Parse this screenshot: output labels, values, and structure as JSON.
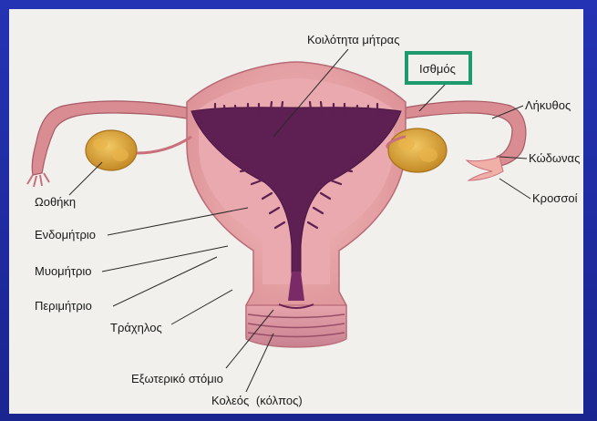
{
  "diagram": {
    "labels": {
      "cavity": "Κοιλότητα μήτρας",
      "isthmus": "Ισθμός",
      "tube": "Λήκυθος",
      "fimbriae_bell": "Κώδωνας",
      "fimbriae": "Κροσσοί",
      "ovary": "Ωοθήκη",
      "endometrium": "Ενδομήτριο",
      "myometrium": "Μυομήτριο",
      "perimetrium": "Περιμήτριο",
      "cervix": "Τράχηλος",
      "external_os": "Εξωτερικό στόμιο",
      "vagina": "Κολεός",
      "vagina_alt": "(κόλπος)"
    },
    "highlighted": "isthmus",
    "colors": {
      "background": "#f1f0ec",
      "frame": "#2433b4",
      "uterus": "#e9a3a6",
      "uterus_dark": "#c97a80",
      "cavity": "#5e1f52",
      "ovary": "#d9a53a",
      "highlight": "#1e9a6e"
    }
  }
}
